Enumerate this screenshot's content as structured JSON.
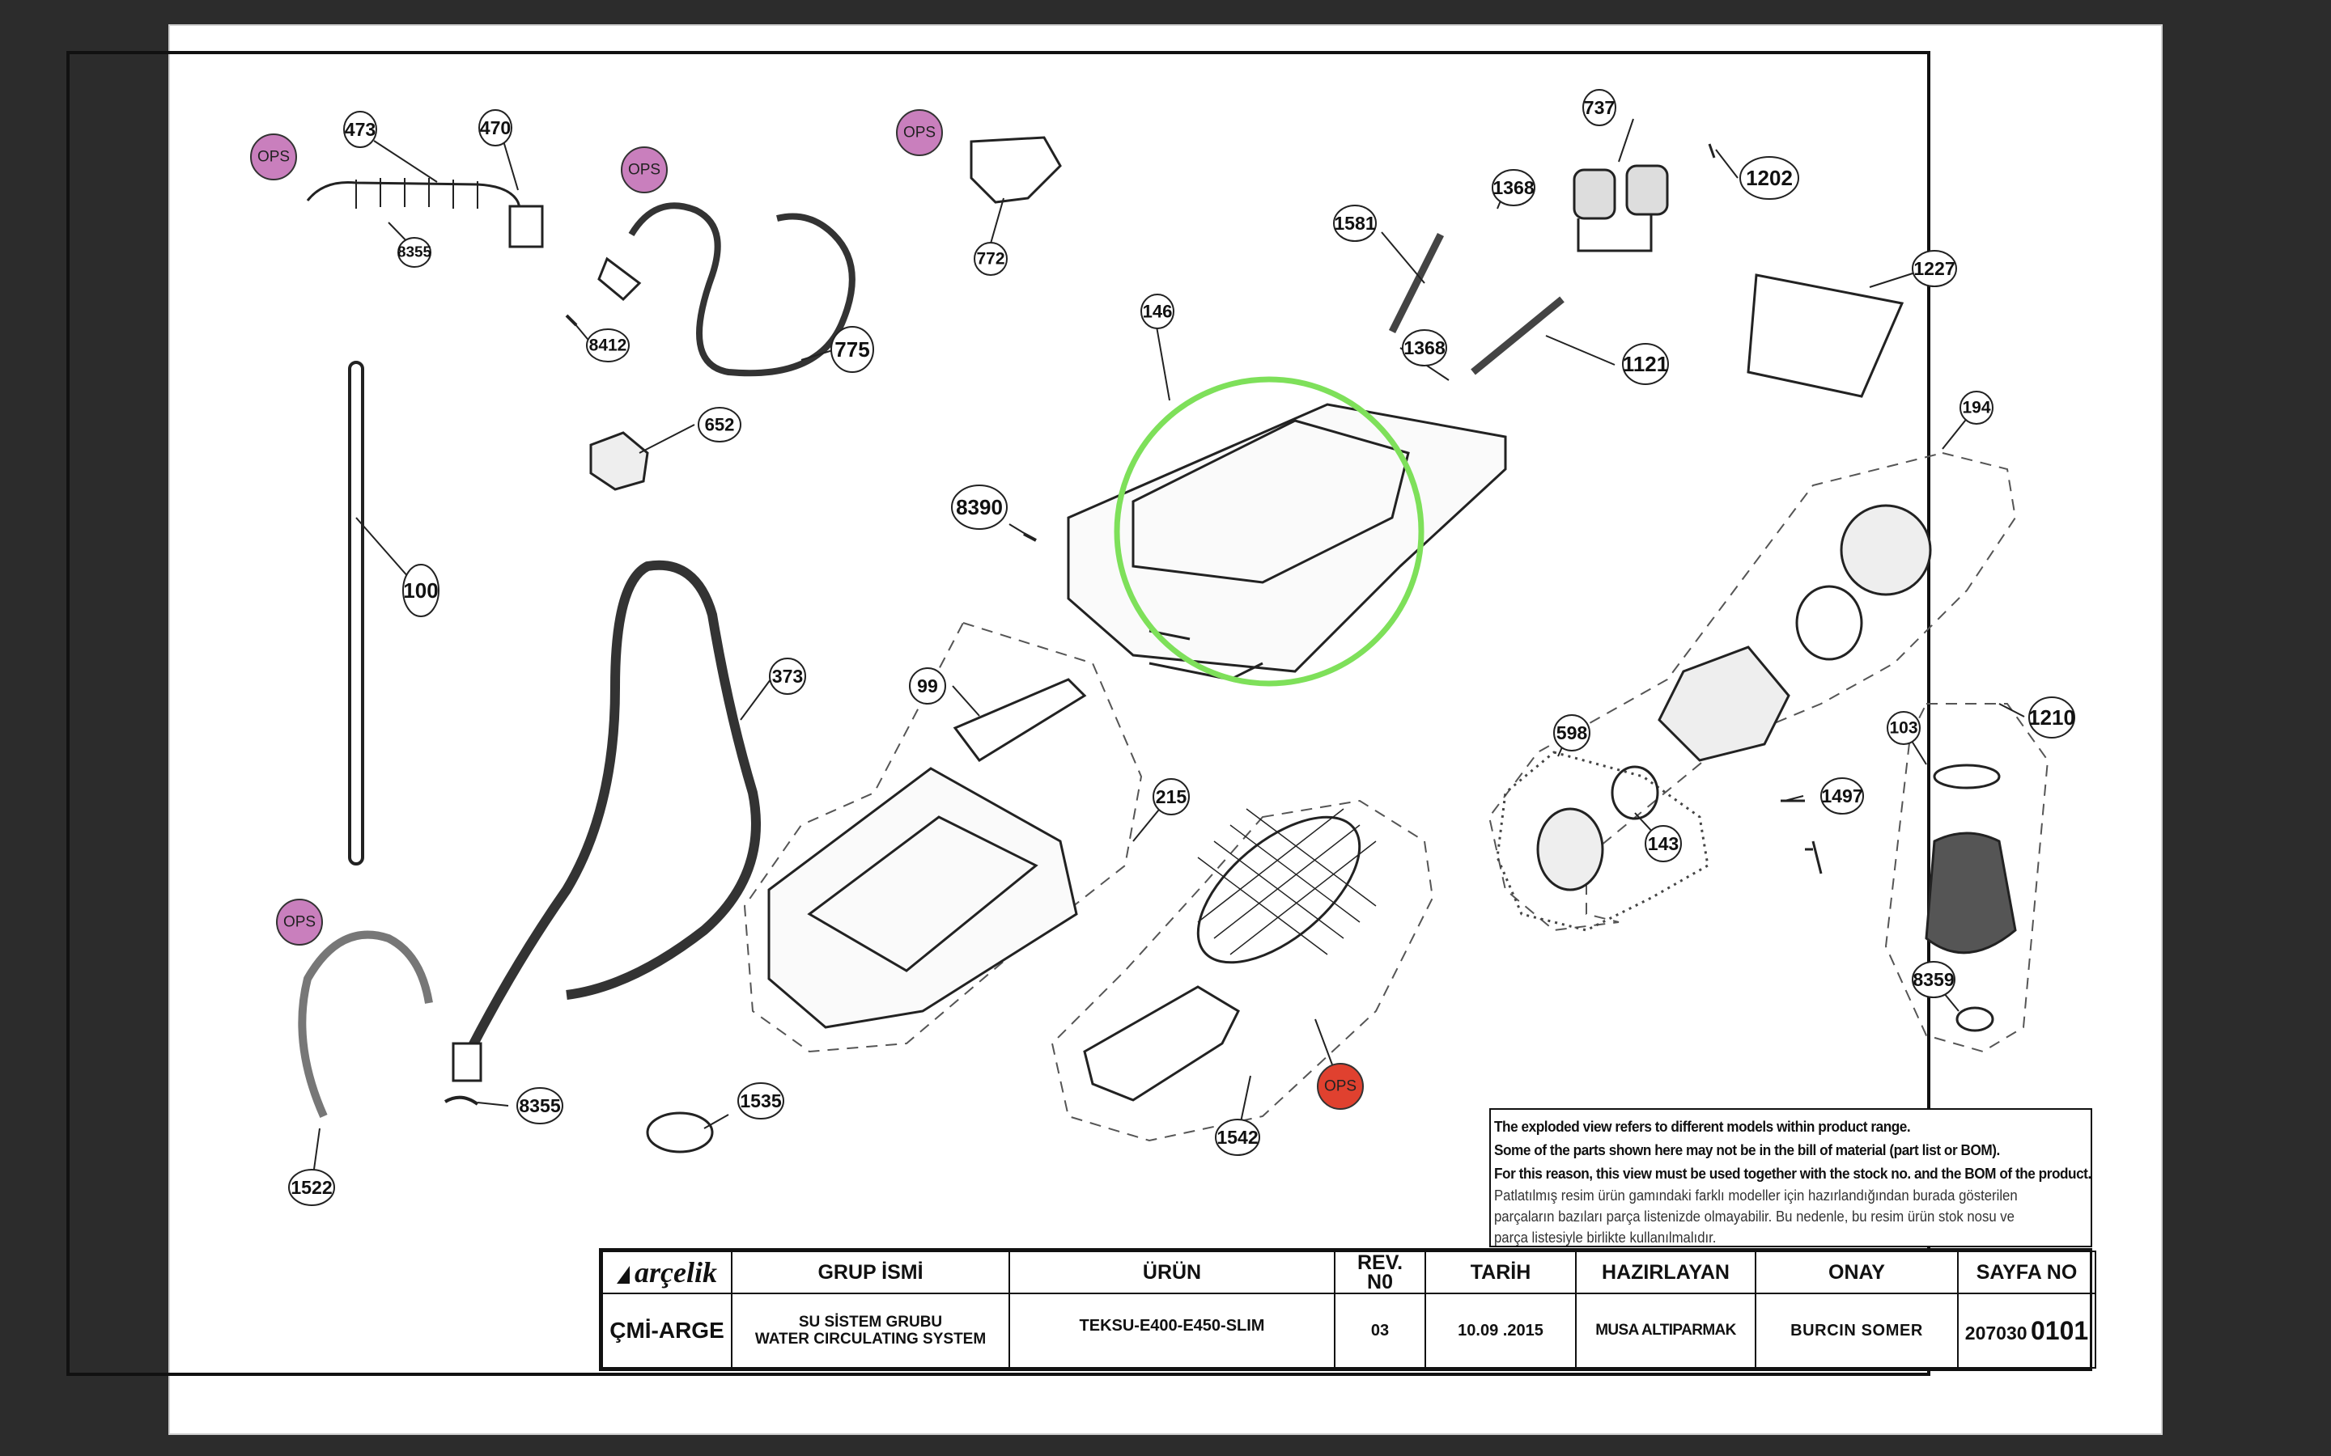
{
  "callouts": [
    {
      "label": "473"
    },
    {
      "label": "470"
    },
    {
      "label": "8355"
    },
    {
      "label": "775"
    },
    {
      "label": "772"
    },
    {
      "label": "737"
    },
    {
      "label": "1368"
    },
    {
      "label": "1202"
    },
    {
      "label": "1581"
    },
    {
      "label": "146"
    },
    {
      "label": "1368"
    },
    {
      "label": "1121"
    },
    {
      "label": "1227"
    },
    {
      "label": "8412"
    },
    {
      "label": "652"
    },
    {
      "label": "100"
    },
    {
      "label": "8390"
    },
    {
      "label": "194"
    },
    {
      "label": "373"
    },
    {
      "label": "99"
    },
    {
      "label": "598"
    },
    {
      "label": "103"
    },
    {
      "label": "1210"
    },
    {
      "label": "215"
    },
    {
      "label": "1497"
    },
    {
      "label": "143"
    },
    {
      "label": "8359"
    },
    {
      "label": "8355"
    },
    {
      "label": "1535"
    },
    {
      "label": "1522"
    },
    {
      "label": "1542"
    }
  ],
  "ops_badges": [
    {
      "label": "OPS",
      "color": "#c97fbd"
    },
    {
      "label": "OPS",
      "color": "#c97fbd"
    },
    {
      "label": "OPS",
      "color": "#c97fbd"
    },
    {
      "label": "OPS",
      "color": "#c97fbd"
    },
    {
      "label": "OPS",
      "color": "#e0412f"
    }
  ],
  "highlight_color": "#7ee05a",
  "notes": {
    "en": [
      "The exploded view refers to different models within product range.",
      "Some of the parts shown here may not be in the bill of material (part list or BOM).",
      "For this reason, this view must be used together with the stock no. and the BOM of the product."
    ],
    "tr": [
      "Patlatılmış resim ürün gamındaki farklı modeller için hazırlandığından burada gösterilen",
      "parçaların bazıları parça listenizde olmayabilir. Bu nedenle, bu resim ürün stok nosu ve",
      "parça listesiyle birlikte kullanılmalıdır."
    ]
  },
  "title_block": {
    "logo": "arçelik",
    "org": "ÇMİ-ARGE",
    "headers": {
      "group": "GRUP İSMİ",
      "product": "ÜRÜN",
      "rev_line1": "REV.",
      "rev_line2": "N0",
      "date": "TARİH",
      "prepared": "HAZIRLAYAN",
      "approval": "ONAY",
      "page": "SAYFA NO"
    },
    "values": {
      "group_line1": "SU SİSTEM GRUBU",
      "group_line2": "WATER CIRCULATING SYSTEM",
      "product": "TEKSU-E400-E450-SLIM",
      "rev": "03",
      "date": "10.09 .2015",
      "prepared": "MUSA ALTIPARMAK",
      "approval": "BURCIN SOMER",
      "page_prefix": "207030",
      "page_number": "0101"
    }
  }
}
